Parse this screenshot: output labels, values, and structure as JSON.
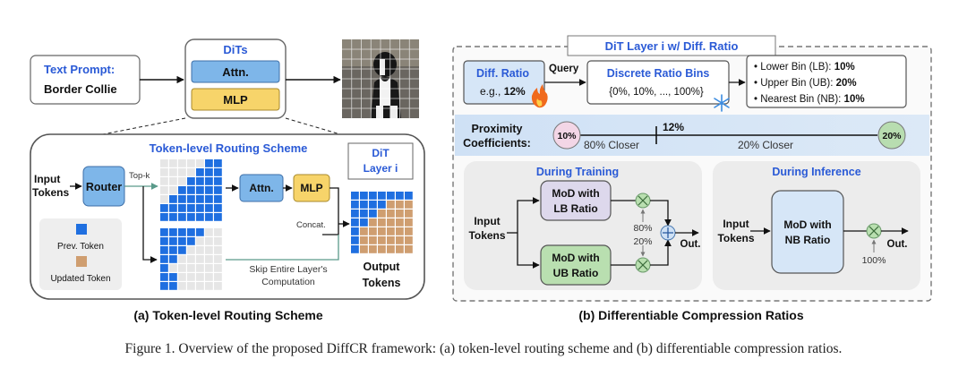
{
  "left": {
    "text_prompt_label": "Text Prompt:",
    "text_prompt_value": "Border Collie",
    "dits_title": "DiTs",
    "attn": "Attn.",
    "mlp": "MLP",
    "routing_title": "Token-level Routing Scheme",
    "input_tokens_1": "Input",
    "input_tokens_2": "Tokens",
    "router": "Router",
    "topk": "Top-k",
    "attn2": "Attn.",
    "mlp2": "MLP",
    "dit_layer_1": "DiT",
    "dit_layer_2": "Layer i",
    "concat": "Concat.",
    "prev_token": "Prev. Token",
    "updated_token": "Updated Token",
    "skip_1": "Skip Entire Layer's",
    "skip_2": "Computation",
    "output_1": "Output",
    "output_2": "Tokens",
    "subcaption": "(a) Token-level Routing Scheme"
  },
  "right": {
    "title": "DiT Layer i w/ Diff. Ratio",
    "diff_ratio": "Diff. Ratio",
    "diff_ratio_eg_prefix": "e.g., ",
    "diff_ratio_eg_value": "12%",
    "query": "Query",
    "bins_title": "Discrete Ratio Bins",
    "bins_values": "{0%, 10%, ..., 100%}",
    "lb_label": "Lower Bin (LB): ",
    "lb_value": "10%",
    "ub_label": "Upper Bin (UB): ",
    "ub_value": "20%",
    "nb_label": "Nearest Bin (NB): ",
    "nb_value": "10%",
    "proximity_1": "Proximity",
    "proximity_2": "Coefficients:",
    "p_left": "10%",
    "p_mid": "12%",
    "p_right": "20%",
    "closer_left": "80% Closer",
    "closer_right": "20% Closer",
    "training_title": "During Training",
    "inference_title": "During Inference",
    "input_1": "Input",
    "input_2": "Tokens",
    "mod_lb_1": "MoD with",
    "mod_lb_2": "LB Ratio",
    "mod_ub_1": "MoD with",
    "mod_ub_2": "UB Ratio",
    "w80": "80%",
    "w20": "20%",
    "out": "Out.",
    "inf_input_1": "Input",
    "inf_input_2": "Tokens",
    "mod_nb_1": "MoD with",
    "mod_nb_2": "NB Ratio",
    "w100": "100%",
    "inf_out": "Out.",
    "subcaption": "(b) Differentiable Compression Ratios"
  },
  "caption": "Figure 1. Overview of the proposed DiffCR framework: (a) token-level routing scheme and (b) differentiable compression ratios.",
  "colors": {
    "blue_box": "#7eb6e9",
    "yellow_box": "#f7d46a",
    "green_box": "#b9dfb0",
    "purple_box": "#ddd8ec",
    "grid_blue": "#1f6fe0",
    "grid_tan": "#cf9e70",
    "title_blue": "#2a5ad6"
  },
  "icons": [
    "dog-photo-image",
    "fire-icon",
    "snowflake-icon",
    "multiply-circle-icon",
    "plus-circle-icon"
  ]
}
